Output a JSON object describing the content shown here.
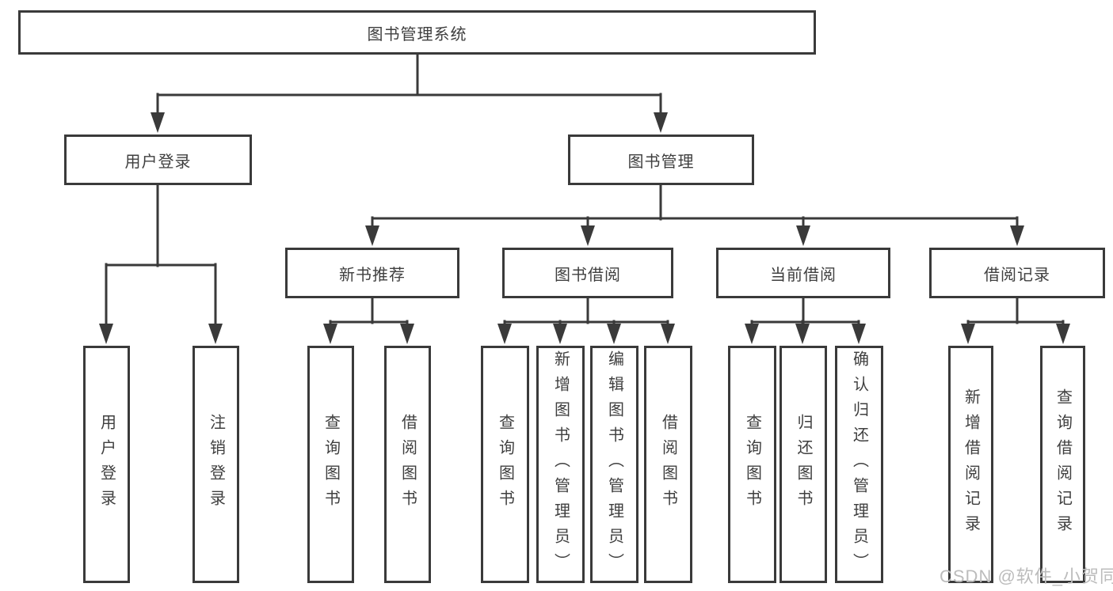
{
  "tree": {
    "root": "图书管理系统",
    "branches": [
      {
        "label": "用户登录",
        "children": [
          "用户登录",
          "注销登录"
        ]
      },
      {
        "label": "图书管理",
        "groups": [
          {
            "label": "新书推荐",
            "children": [
              "查询图书",
              "借阅图书"
            ]
          },
          {
            "label": "图书借阅",
            "children": [
              "查询图书",
              "新增图书（管理员）",
              "编辑图书（管理员）",
              "借阅图书"
            ]
          },
          {
            "label": "当前借阅",
            "children": [
              "查询图书",
              "归还图书",
              "确认归还（管理员）"
            ]
          },
          {
            "label": "借阅记录",
            "children": [
              "新增借阅记录",
              "查询借阅记录"
            ]
          }
        ]
      }
    ]
  },
  "watermark": "CSDN @软件_小贺同学",
  "colors": {
    "line": "#3a3a3a",
    "text": "#3f3f3f",
    "box_background": "#ffffff",
    "page_background": "#ffffff",
    "watermark": "#bcbcbc"
  }
}
